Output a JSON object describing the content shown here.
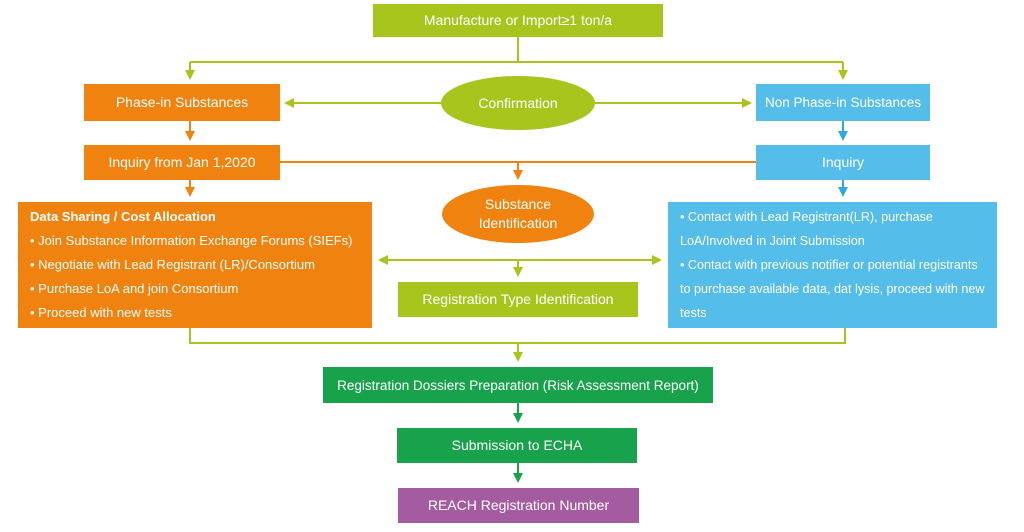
{
  "diagram_title": "REACH registration process flowchart",
  "palette": {
    "lime": "#a8c51e",
    "orange": "#f0830f",
    "blue_box": "#55bde9",
    "blue_arrow": "#2fa9e0",
    "dark_green": "#18a24c",
    "purple": "#a55ba0",
    "text": "#ffffff",
    "background": "#ffffff"
  },
  "nodes": {
    "manufacture": {
      "label": "Manufacture or Import≥1 ton/a"
    },
    "confirmation": {
      "label": "Confirmation"
    },
    "phase_in": {
      "label": "Phase-in Substances"
    },
    "non_phase_in": {
      "label": "Non Phase-in Substances"
    },
    "inquiry_jan": {
      "label": "Inquiry from Jan 1,2020"
    },
    "inquiry": {
      "label": "Inquiry"
    },
    "substance_identification": {
      "line1": "Substance",
      "line2": "Identification"
    },
    "data_sharing": {
      "title": "Data Sharing / Cost Allocation",
      "bullets": [
        "• Join Substance Information Exchange Forums (SIEFs)",
        "• Negotiate with Lead Registrant (LR)/Consortium",
        "• Purchase LoA and join Consortium",
        "• Proceed with new tests"
      ]
    },
    "contact": {
      "bullets": [
        "• Contact with Lead Registrant(LR), purchase LoA/Involved in Joint Submission",
        "• Contact with previous notifier or potential registrants to purchase available data, dat lysis, proceed with new tests"
      ]
    },
    "registration_type": {
      "label": "Registration Type Identification"
    },
    "dossiers": {
      "label": "Registration Dossiers Preparation (Risk Assessment Report)"
    },
    "submission": {
      "label": "Submission to ECHA"
    },
    "reach_number": {
      "label": "REACH Registration Number"
    }
  }
}
